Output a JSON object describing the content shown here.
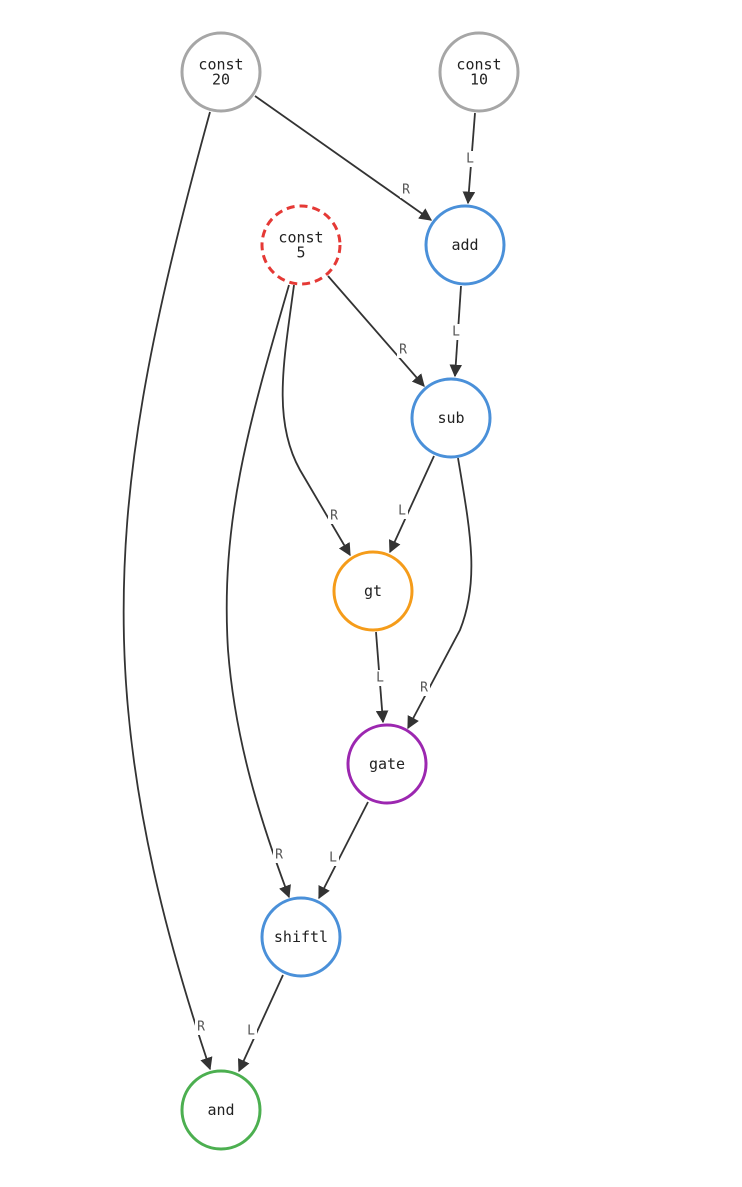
{
  "nodes": [
    {
      "id": "const20",
      "lines": [
        "const",
        "20"
      ],
      "color": "#a6a6a6",
      "dashed": false
    },
    {
      "id": "const10",
      "lines": [
        "const",
        "10"
      ],
      "color": "#a6a6a6",
      "dashed": false
    },
    {
      "id": "const5",
      "lines": [
        "const",
        "5"
      ],
      "color": "#e53935",
      "dashed": true
    },
    {
      "id": "add",
      "lines": [
        "add"
      ],
      "color": "#4a90d9",
      "dashed": false
    },
    {
      "id": "sub",
      "lines": [
        "sub"
      ],
      "color": "#4a90d9",
      "dashed": false
    },
    {
      "id": "gt",
      "lines": [
        "gt"
      ],
      "color": "#f59c1a",
      "dashed": false
    },
    {
      "id": "gate",
      "lines": [
        "gate"
      ],
      "color": "#9c27b0",
      "dashed": false
    },
    {
      "id": "shiftl",
      "lines": [
        "shiftl"
      ],
      "color": "#4a90d9",
      "dashed": false
    },
    {
      "id": "and",
      "lines": [
        "and"
      ],
      "color": "#4caf50",
      "dashed": false
    }
  ],
  "edges": [
    {
      "from": "const20",
      "to": "add",
      "label": "R"
    },
    {
      "from": "const10",
      "to": "add",
      "label": "L"
    },
    {
      "from": "add",
      "to": "sub",
      "label": "L"
    },
    {
      "from": "const5",
      "to": "sub",
      "label": "R"
    },
    {
      "from": "const5",
      "to": "gt",
      "label": "R"
    },
    {
      "from": "sub",
      "to": "gt",
      "label": "L"
    },
    {
      "from": "gt",
      "to": "gate",
      "label": "L"
    },
    {
      "from": "sub",
      "to": "gate",
      "label": "R"
    },
    {
      "from": "const5",
      "to": "shiftl",
      "label": "R"
    },
    {
      "from": "gate",
      "to": "shiftl",
      "label": "L"
    },
    {
      "from": "const20",
      "to": "and",
      "label": "R"
    },
    {
      "from": "shiftl",
      "to": "and",
      "label": "L"
    }
  ]
}
